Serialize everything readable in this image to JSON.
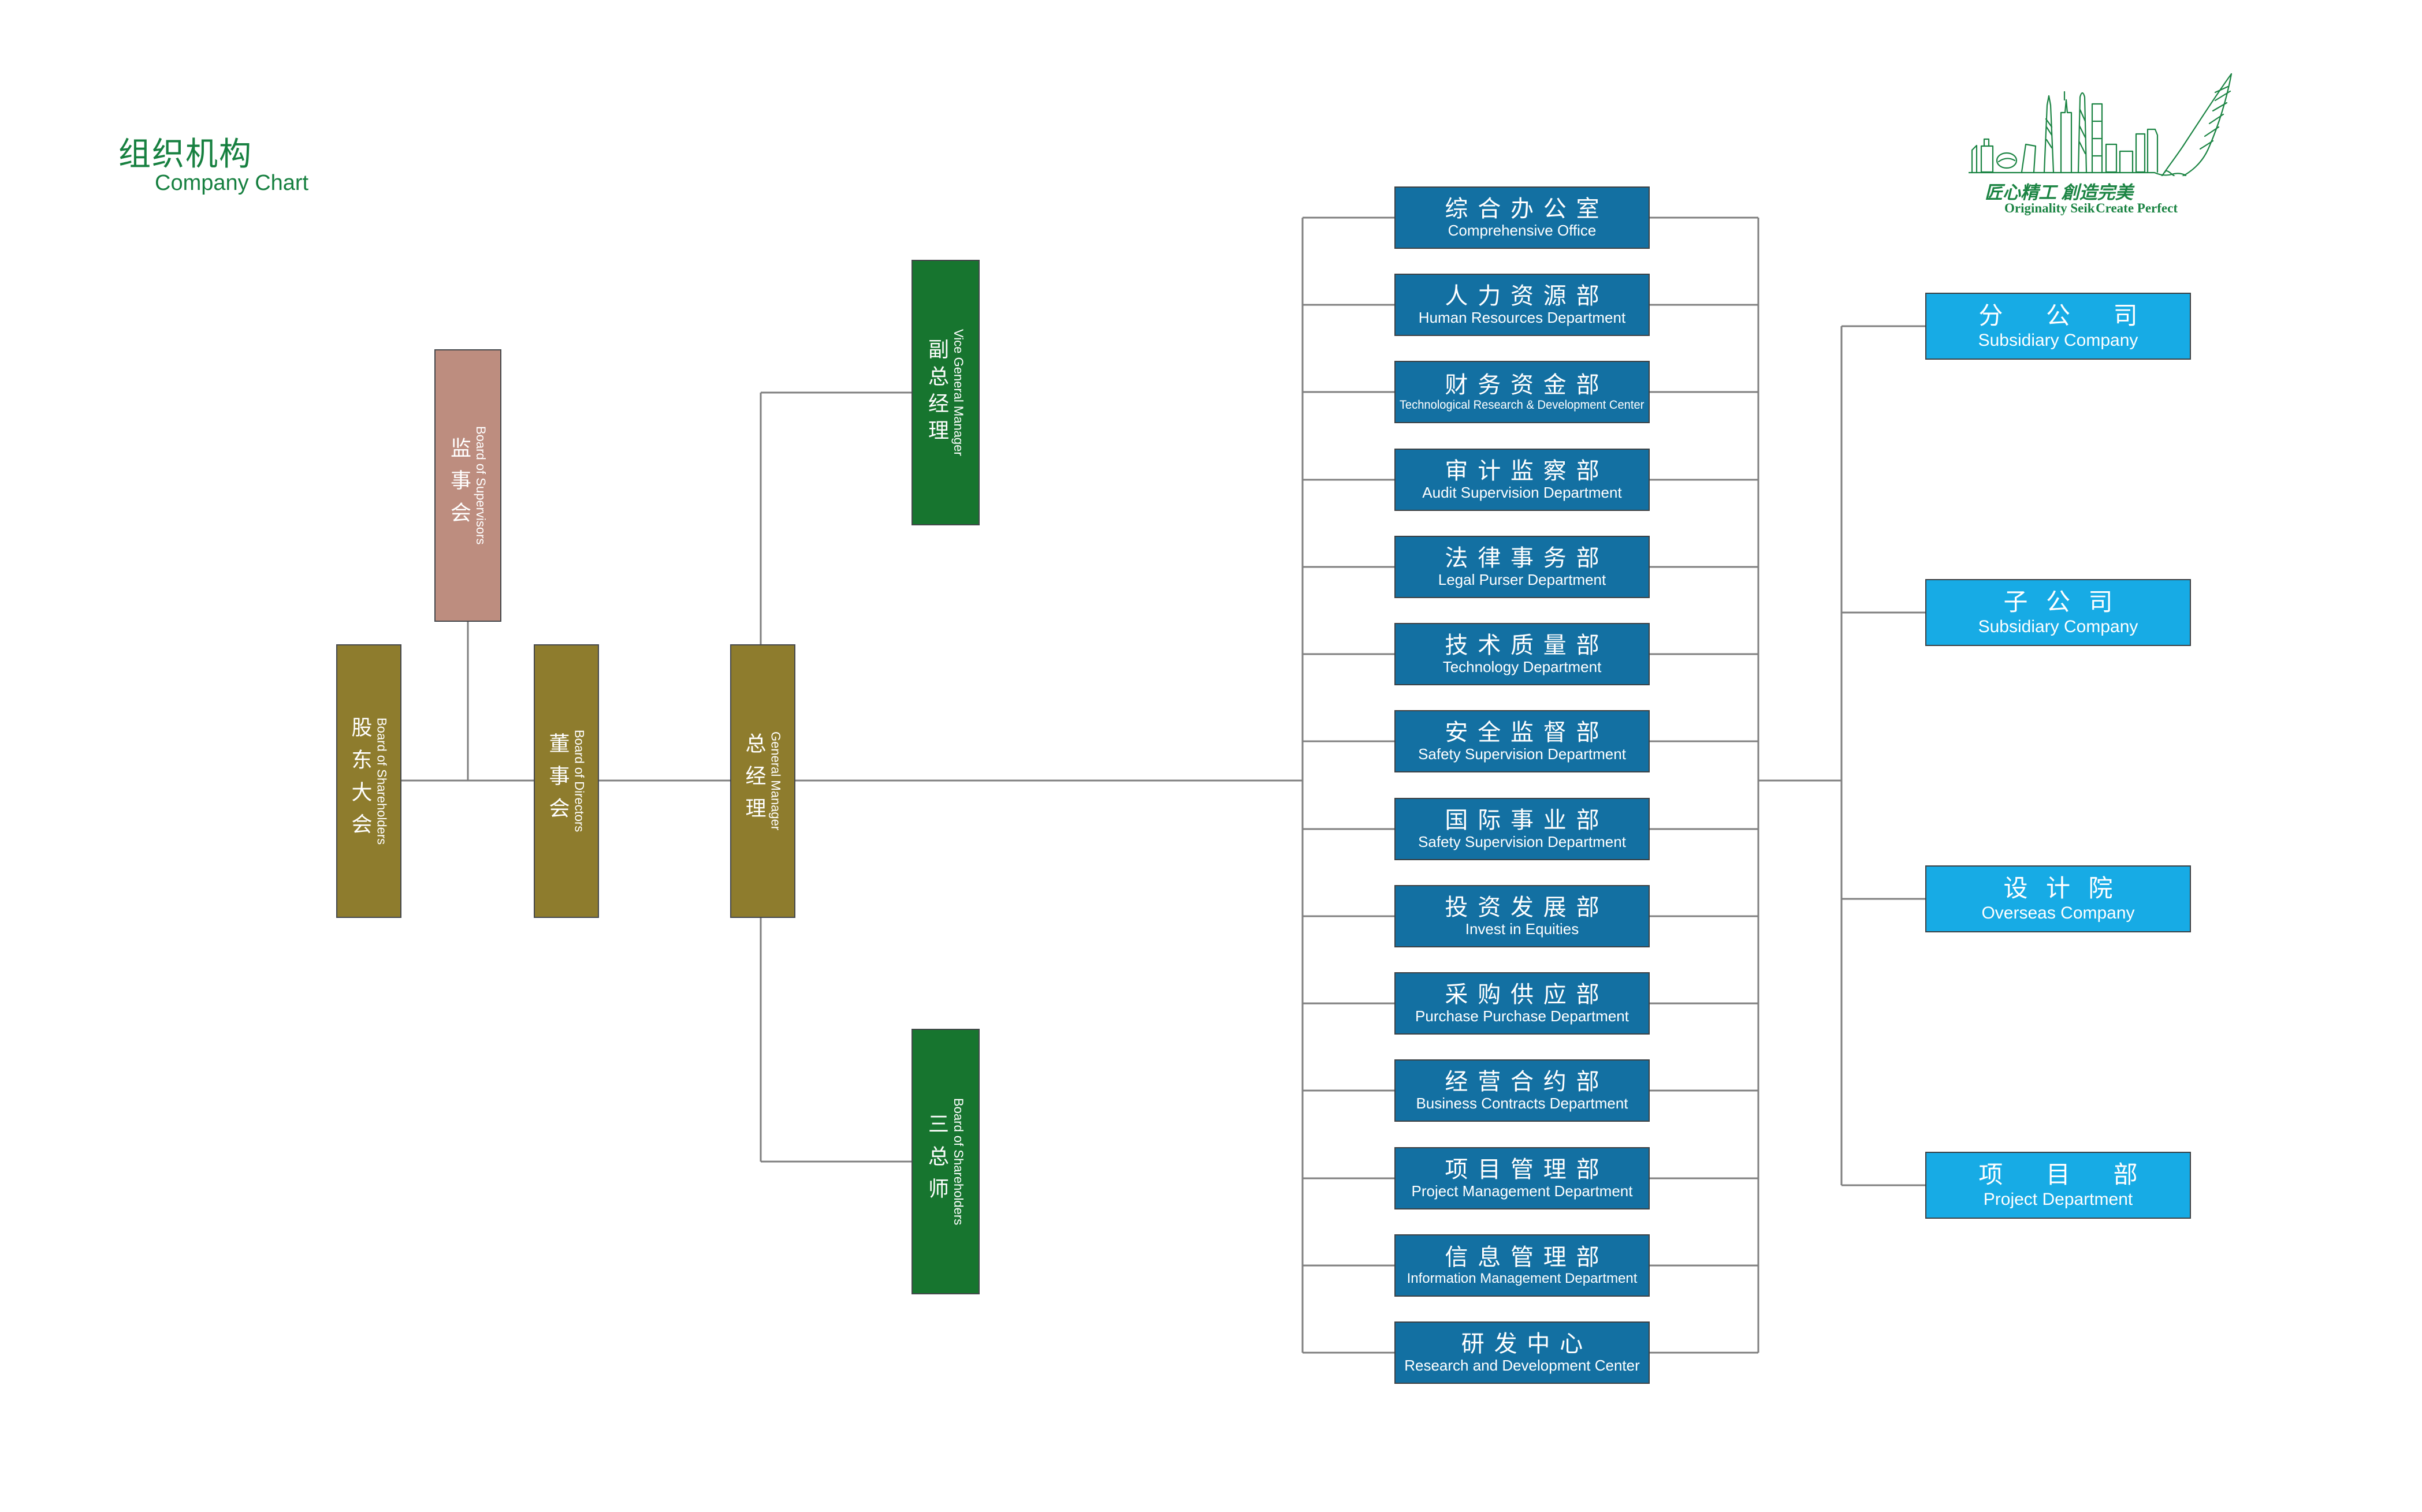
{
  "page": {
    "title_cn": "组织机构",
    "title_en": "Company Chart"
  },
  "logo": {
    "slogan_cn": "匠心精工 創造完美",
    "slogan_en_left": "Originality Seik",
    "slogan_en_right": "Create Perfect"
  },
  "governance": [
    {
      "id": "board-of-shareholders",
      "cn": "股东大会",
      "en": "Board of Shareholders"
    },
    {
      "id": "board-of-supervisors",
      "cn": "监事会",
      "en": "Board of Supervisors"
    },
    {
      "id": "board-of-directors",
      "cn": "董事会",
      "en": "Board of Directors"
    },
    {
      "id": "general-manager",
      "cn": "总经理",
      "en": "General Manager"
    },
    {
      "id": "vice-general-manager",
      "cn": "副总经理",
      "en": "Vice General Manager"
    },
    {
      "id": "three-chief-engineers",
      "cn": "三总师",
      "en": "Board of Shareholders"
    }
  ],
  "departments": [
    {
      "cn": "综合办公室",
      "en": "Comprehensive Office"
    },
    {
      "cn": "人力资源部",
      "en": "Human Resources Department"
    },
    {
      "cn": "财务资金部",
      "en": "Technological Research & Development Center"
    },
    {
      "cn": "审计监察部",
      "en": "Audit Supervision Department"
    },
    {
      "cn": "法律事务部",
      "en": "Legal Purser Department"
    },
    {
      "cn": "技术质量部",
      "en": "Technology Department"
    },
    {
      "cn": "安全监督部",
      "en": "Safety Supervision Department"
    },
    {
      "cn": "国际事业部",
      "en": "Safety Supervision Department"
    },
    {
      "cn": "投资发展部",
      "en": "Invest in Equities"
    },
    {
      "cn": "采购供应部",
      "en": "Purchase Purchase Department"
    },
    {
      "cn": "经营合约部",
      "en": "Business Contracts Department"
    },
    {
      "cn": "项目管理部",
      "en": "Project Management Department"
    },
    {
      "cn": "信息管理部",
      "en": "Information Management Department"
    },
    {
      "cn": "研发中心",
      "en": "Research and Development Center"
    }
  ],
  "subsidiaries": [
    {
      "cn": "分 公 司",
      "en": "Subsidiary Company"
    },
    {
      "cn": "子公司",
      "en": "Subsidiary Company"
    },
    {
      "cn": "设计院",
      "en": "Overseas Company"
    },
    {
      "cn": "项 目 部",
      "en": "Project Department"
    }
  ],
  "colors": {
    "title_green": "#178040",
    "logo_green": "#1b8443",
    "governance_olive": "#8e7c2d",
    "supervisors_rose": "#bd8d7f",
    "manager_green": "#17752f",
    "department_blue": "#1370a2",
    "subsidiary_blue": "#17abe5",
    "connector_gray": "#7f7f7f"
  }
}
